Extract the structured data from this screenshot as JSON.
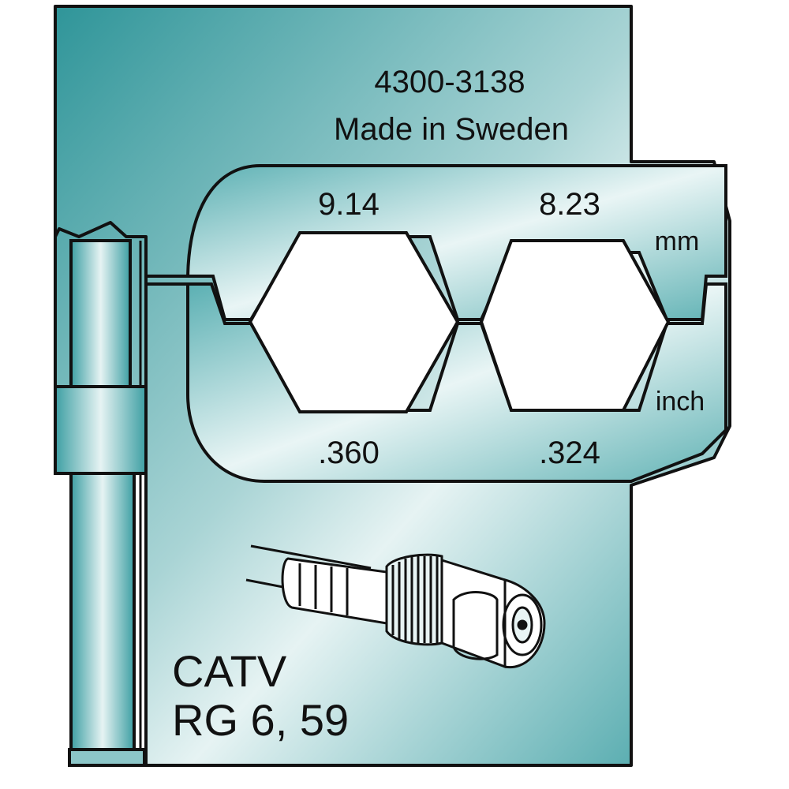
{
  "part_number": "4300-3138",
  "origin": "Made in Sweden",
  "dies": [
    {
      "mm": "9.14",
      "inch": ".360"
    },
    {
      "mm": "8.23",
      "inch": ".324"
    }
  ],
  "units": {
    "metric": "mm",
    "imperial": "inch"
  },
  "application": {
    "line1": "CATV",
    "line2": "RG 6, 59"
  },
  "colors": {
    "die_teal": "#3d9fa3",
    "die_light": "#e6f3f3",
    "outline": "#111111"
  }
}
